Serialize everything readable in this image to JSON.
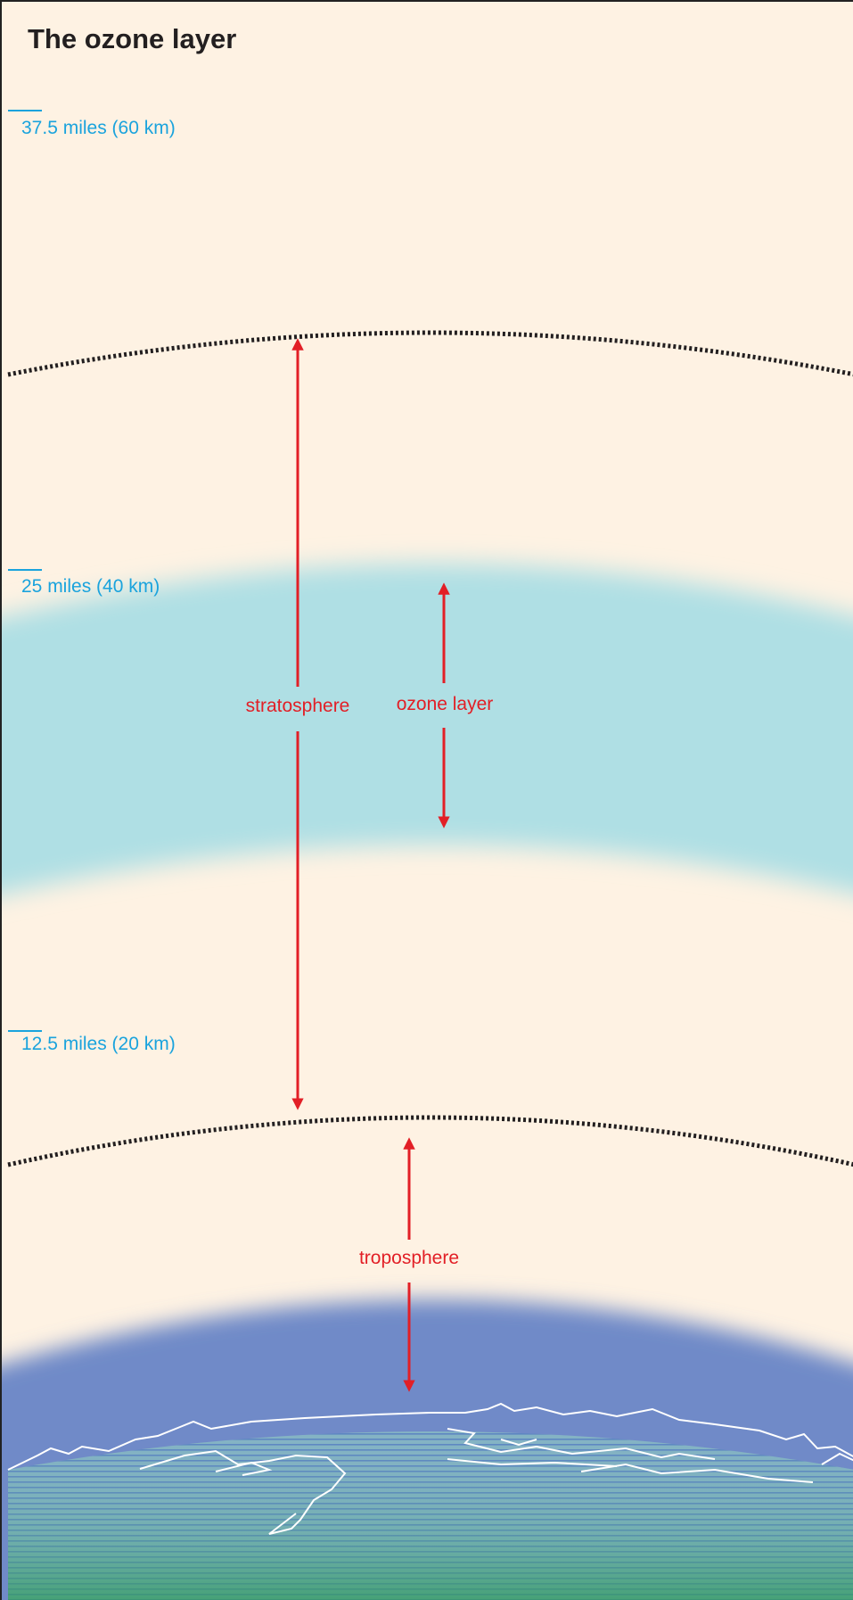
{
  "title": "The ozone layer",
  "altitudes": [
    {
      "label": "37.5 miles (60 km)"
    },
    {
      "label": "25 miles (40 km)"
    },
    {
      "label": "12.5 miles (20 km)"
    }
  ],
  "layers": {
    "stratosphere": "stratosphere",
    "ozone_layer": "ozone layer",
    "troposphere": "troposphere"
  },
  "colors": {
    "background": "#fef2e3",
    "ozone_band": "#afdfe4",
    "lower_atmosphere": "#6f8ac8",
    "arrow": "#e21f26",
    "altitude_text": "#1aa3dd",
    "boundary": "#231f20"
  }
}
